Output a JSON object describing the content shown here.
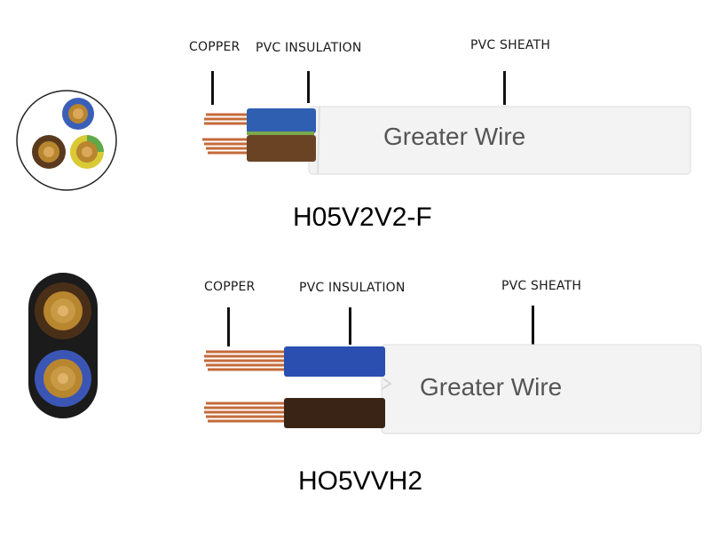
{
  "cable1": {
    "labels": {
      "copper": "COPPER",
      "insulation": "PVC INSULATION",
      "sheath": "PVC  SHEATH"
    },
    "brand": "Greater Wire",
    "model": "H05V2V2-F",
    "core_colors": [
      "#2f5fb0",
      "#5a3a1e",
      "#d7c632"
    ]
  },
  "cable2": {
    "labels": {
      "copper": "COPPER",
      "insulation": "PVC INSULATION",
      "sheath": "PVC  SHEATH"
    },
    "brand": "Greater Wire",
    "model": "HO5VVH2",
    "core_colors": [
      "#5a3a1e",
      "#3b55b5"
    ]
  },
  "colors": {
    "copper": "#c96b3c",
    "sheath": "#f2f2f2",
    "blue": "#2f5fb0",
    "brown": "#5a3a1e",
    "text": "#555555"
  }
}
